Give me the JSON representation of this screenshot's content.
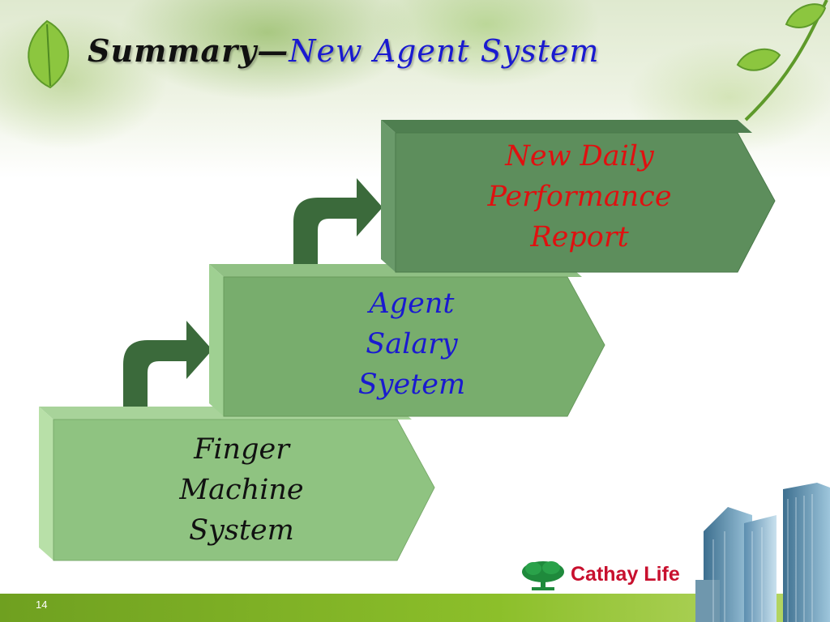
{
  "slide": {
    "title_black": "Summary—",
    "title_blue": "New Agent System",
    "page_number": "14"
  },
  "steps": [
    {
      "label": "Finger\nMachine\nSystem",
      "color": "#111111"
    },
    {
      "label": "Agent\nSalary\nSyetem",
      "color": "#1a1ad0"
    },
    {
      "label": "New Daily\nPerformance\nReport",
      "color": "#e01010"
    }
  ],
  "logo": {
    "text": "Cathay Life"
  },
  "colors": {
    "accent_green": "#3b6a3b",
    "title_blue": "#1a1ad0",
    "footer_green": "#8cbf2a",
    "logo_red": "#c8102e"
  }
}
